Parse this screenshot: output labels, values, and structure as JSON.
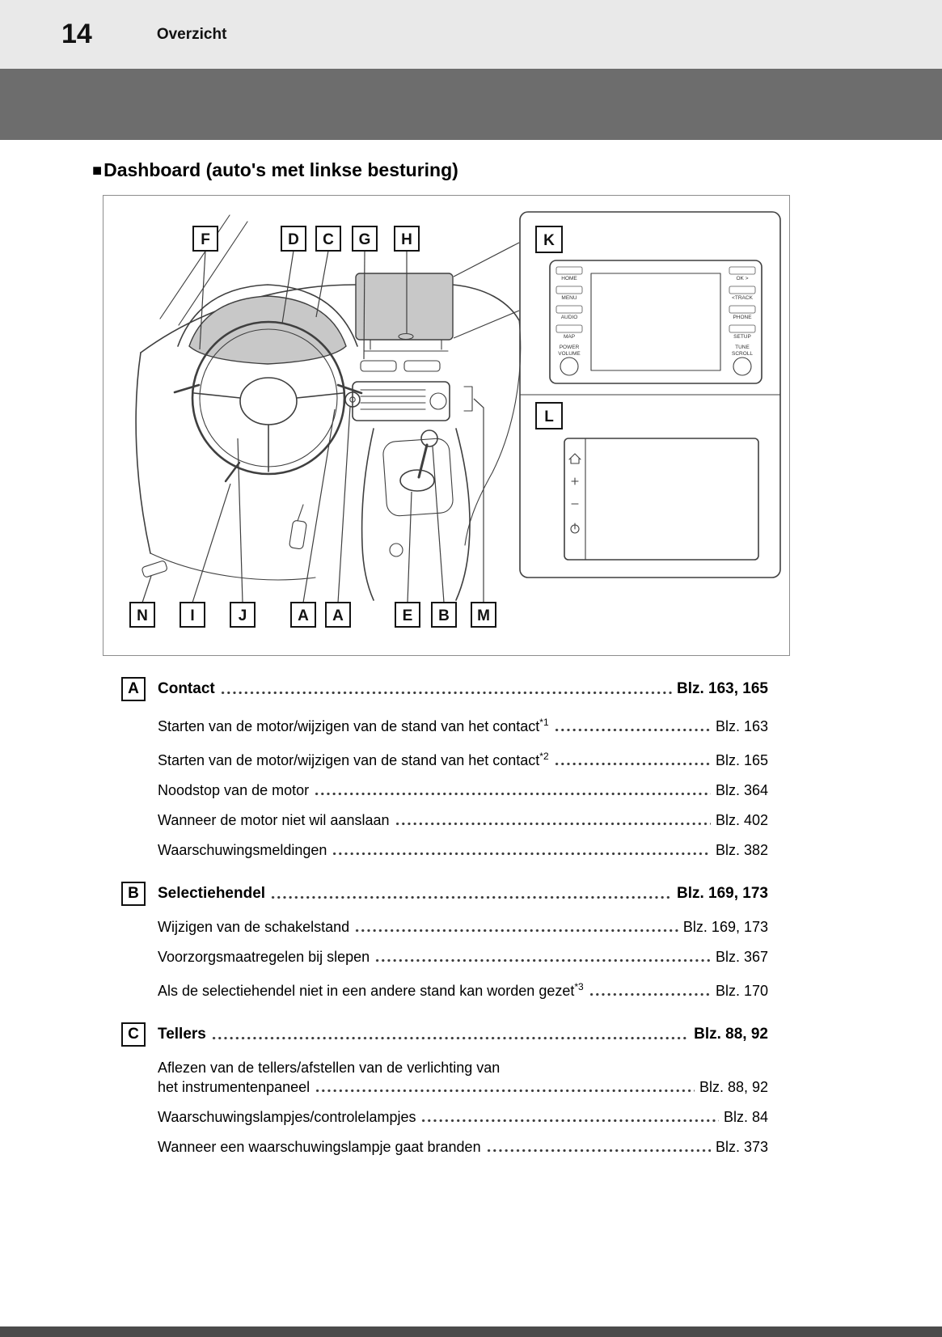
{
  "page": {
    "number": "14",
    "chapter": "Overzicht"
  },
  "section": {
    "bullet": "■",
    "title": "Dashboard (auto's met linkse besturing)"
  },
  "figure": {
    "callouts": {
      "top": [
        "F",
        "D",
        "C",
        "G",
        "H"
      ],
      "right": [
        "K",
        "L"
      ],
      "bottom": [
        "N",
        "I",
        "J",
        "A",
        "A",
        "E",
        "B",
        "M"
      ]
    },
    "head_unit": {
      "left_buttons": [
        "HOME",
        "MENU",
        "AUDIO",
        "MAP"
      ],
      "left_knob_label_1": "POWER",
      "left_knob_label_2": "VOLUME",
      "right_buttons": [
        "OK >",
        "<TRACK",
        "PHONE",
        "SETUP"
      ],
      "right_knob_label_1": "TUNE",
      "right_knob_label_2": "SCROLL"
    },
    "l_panel_icons": [
      "home-icon",
      "plus-icon",
      "minus-icon",
      "power-icon"
    ]
  },
  "toc": [
    {
      "letter": "A",
      "title": "Contact",
      "pages": "Blz. 163, 165",
      "items": [
        {
          "text": "Starten van de motor/wijzigen van de stand van het contact",
          "sup": "*1",
          "pages": "Blz. 163"
        },
        {
          "text": "Starten van de motor/wijzigen van de stand van het contact",
          "sup": "*2",
          "pages": "Blz. 165"
        },
        {
          "text": "Noodstop van de motor",
          "pages": "Blz. 364"
        },
        {
          "text": "Wanneer de motor niet wil aanslaan",
          "pages": "Blz. 402"
        },
        {
          "text": "Waarschuwingsmeldingen",
          "pages": "Blz. 382"
        }
      ]
    },
    {
      "letter": "B",
      "title": "Selectiehendel",
      "pages": "Blz. 169, 173",
      "items": [
        {
          "text": "Wijzigen van de schakelstand",
          "pages": "Blz. 169, 173"
        },
        {
          "text": "Voorzorgsmaatregelen bij slepen",
          "pages": "Blz. 367"
        },
        {
          "text": "Als de selectiehendel niet in een andere stand kan worden gezet",
          "sup": "*3",
          "pages": "Blz. 170"
        }
      ]
    },
    {
      "letter": "C",
      "title": "Tellers",
      "pages": "Blz. 88, 92",
      "items": [
        {
          "text_line1": "Aflezen van de tellers/afstellen van de verlichting van",
          "text_line2": "het instrumentenpaneel",
          "pages": "Blz. 88, 92"
        },
        {
          "text": "Waarschuwingslampjes/controlelampjes",
          "pages": "Blz. 84"
        },
        {
          "text": "Wanneer een waarschuwingslampje gaat branden",
          "pages": "Blz. 373"
        }
      ]
    }
  ]
}
